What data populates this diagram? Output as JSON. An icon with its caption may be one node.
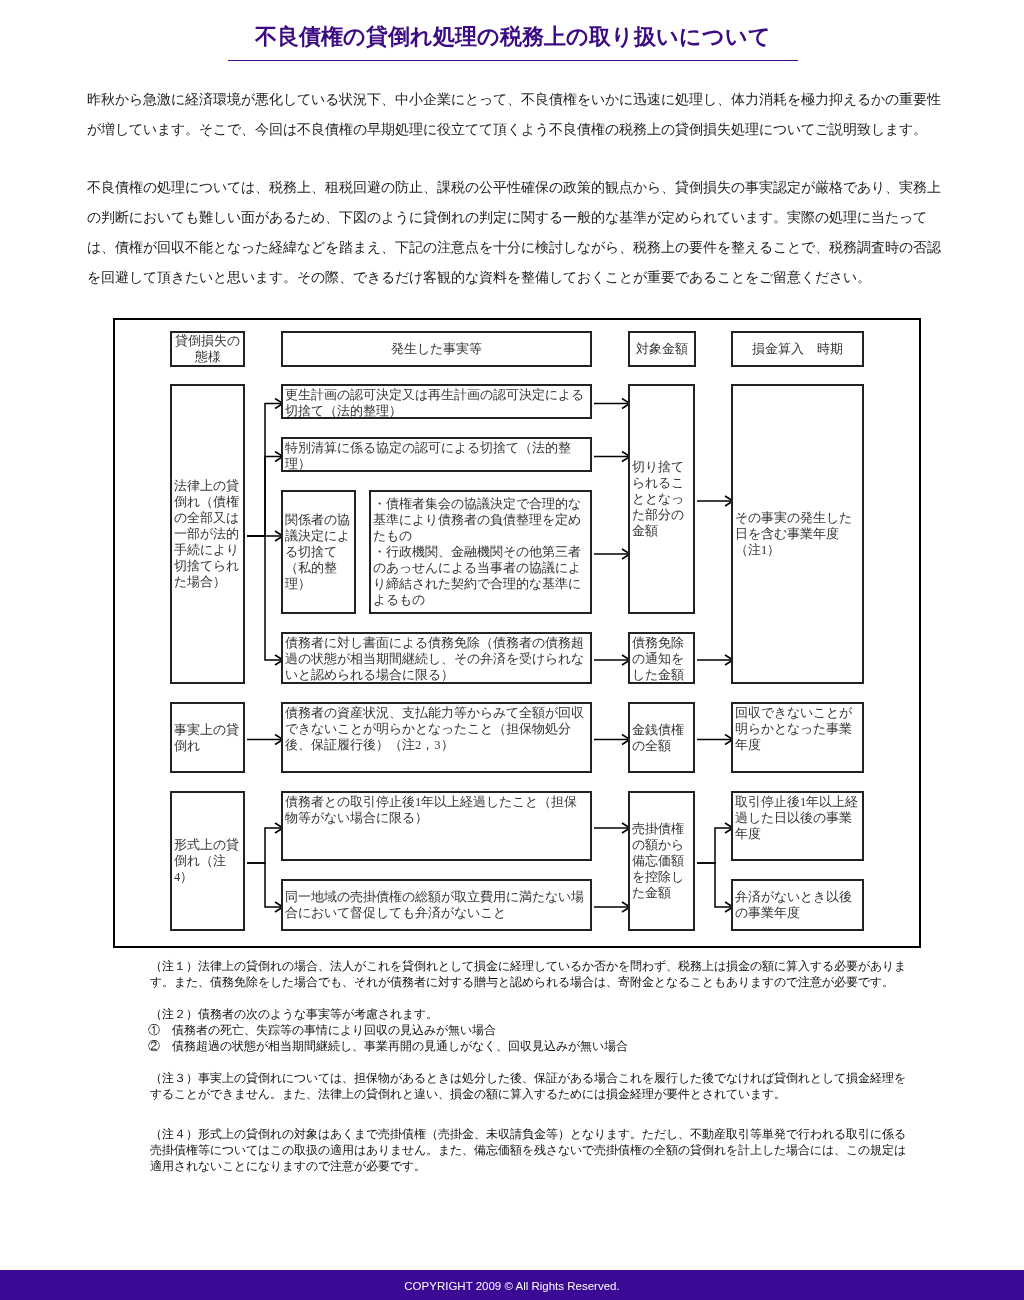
{
  "diagram": {
    "title": "不良債権の貸倒れ処理の税務上の取り扱いについて",
    "nodes": [
      {
        "text": [
          "貸倒損失の態様"
        ]
      },
      {
        "text": [
          "発生した事実等"
        ]
      },
      {
        "text": [
          "対象金額"
        ]
      },
      {
        "text": [
          "損金算入　時期"
        ]
      },
      {
        "text": [
          "法律上の貸倒れ（債権の全部又は一部が法的手続により切捨てられた場合）"
        ]
      },
      {
        "text": [
          "更生計画の認可決定又は再生計画の認可決定による切捨て（法的整理）"
        ]
      },
      {
        "text": [
          "特別清算に係る協定の認可による切捨て（法的整理）"
        ]
      },
      {
        "text": [
          "関係者の協議決定による切捨て（私的整理）"
        ]
      },
      {
        "text": [
          "・債権者集会の協議決定で合理的な基準により債務者の負債整理を定めたもの",
          "・行政機関、金融機関その他第三者のあっせんによる当事者の協議により締結された契約で合理的な基準によるもの"
        ]
      },
      {
        "text": [
          "債務者に対し書面による債務免除（債務者の債務超過の状態が相当期間継続し、その弁済を受けられないと認められる場合に限る）"
        ]
      },
      {
        "text": [
          "切り捨てられることとなった部分の金額"
        ]
      },
      {
        "text": [
          "債務免除の通知をした金額"
        ]
      },
      {
        "text": [
          "その事実の発生した日を含む事業年度（注1）"
        ]
      },
      {
        "text": [
          "事実上の貸倒れ"
        ]
      },
      {
        "text": [
          "債務者の資産状況、支払能力等からみて全額が回収できないことが明らかとなったこと（担保物処分後、保証履行後）（注2，3）"
        ]
      },
      {
        "text": [
          "金銭債権の全額"
        ]
      },
      {
        "text": [
          "回収できないことが明らかとなった事業年度"
        ]
      },
      {
        "text": [
          "形式上の貸倒れ（注4）"
        ]
      },
      {
        "text": [
          "債務者との取引停止後1年以上経過したこと（担保物等がない場合に限る）"
        ]
      },
      {
        "text": [
          "同一地域の売掛債権の総額が取立費用に満たない場合において督促しても弁済がないこと"
        ]
      },
      {
        "text": [
          "売掛債権の額から備忘価額を控除した金額"
        ]
      },
      {
        "text": [
          "取引停止後1年以上経過した日以後の事業年度"
        ]
      },
      {
        "text": [
          "弁済がないとき以後の事業年度"
        ]
      }
    ],
    "edges": [
      {
        "from": 4,
        "to": 5,
        "arrow": "to"
      },
      {
        "from": 4,
        "to": 6,
        "arrow": "to"
      },
      {
        "from": 4,
        "to": 7,
        "arrow": "to"
      },
      {
        "from": 4,
        "to": 9,
        "arrow": "to"
      },
      {
        "from": 5,
        "to": 10,
        "arrow": "to"
      },
      {
        "from": 6,
        "to": 10,
        "arrow": "to"
      },
      {
        "from": 8,
        "to": 10,
        "arrow": "to"
      },
      {
        "from": 10,
        "to": 12,
        "arrow": "to"
      },
      {
        "from": 9,
        "to": 11,
        "arrow": "to"
      },
      {
        "from": 11,
        "to": 12,
        "arrow": "to"
      },
      {
        "from": 13,
        "to": 14,
        "arrow": "to"
      },
      {
        "from": 14,
        "to": 15,
        "arrow": "to"
      },
      {
        "from": 15,
        "to": 16,
        "arrow": "to"
      },
      {
        "from": 17,
        "to": 18,
        "arrow": "to"
      },
      {
        "from": 17,
        "to": 19,
        "arrow": "to"
      },
      {
        "from": 18,
        "to": 20,
        "arrow": "to"
      },
      {
        "from": 19,
        "to": 20,
        "arrow": "to"
      },
      {
        "from": 20,
        "to": 21,
        "arrow": "to"
      },
      {
        "from": 20,
        "to": 22,
        "arrow": "to"
      }
    ],
    "labels": [
      "昨秋から急激に経済環境が悪化している状況下、中小企業にとって、不良債権をいかに迅速に処理し、体力消耗を極力抑えるかの重要性が増しています。そこで、今回は不良債権の早期処理に役立てて頂くよう不良債権の税務上の貸倒損失処理についてご説明致します。",
      "不良債権の処理については、税務上、租税回避の防止、課税の公平性確保の政策的観点から、貸倒損失の事実認定が厳格であり、実務上の判断においても難しい面があるため、下図のように貸倒れの判定に関する一般的な基準が定められています。実際の処理に当たっては、債権が回収不能となった経緯などを踏まえ、下記の注意点を十分に検討しながら、税務上の要件を整えることで、税務調査時の否認を回避して頂きたいと思います。その際、できるだけ客観的な資料を整備しておくことが重要であることをご留意ください。",
      "（注１）法律上の貸倒れの場合、法人がこれを貸倒れとして損金に経理しているか否かを問わず、税務上は損金の額に算入する必要があります。また、債務免除をした場合でも、それが債務者に対する贈与と認められる場合は、寄附金となることもありますので注意が必要です。",
      "（注２）債務者の次のような事実等が考慮されます。",
      "①　債務者の死亡、失踪等の事情により回収の見込みが無い場合",
      "②　債務超過の状態が相当期間継続し、事業再開の見通しがなく、回収見込みが無い場合",
      "（注３）事実上の貸倒れについては、担保物があるときは処分した後、保証がある場合これを履行した後でなければ貸倒れとして損金経理をすることができません。また、法律上の貸倒れと違い、損金の額に算入するためには損金経理が要件とされています。",
      "（注４）形式上の貸倒れの対象はあくまで売掛債権（売掛金、未収請負金等）となります。ただし、不動産取引等単発で行われる取引に係る売掛債権等についてはこの取扱の適用はありません。また、備忘価額を残さないで売掛債権の全額の貸倒れを計上した場合には、この規定は適用されないことになりますので注意が必要です。",
      "COPYRIGHT 2009 © All Rights Reserved."
    ]
  }
}
